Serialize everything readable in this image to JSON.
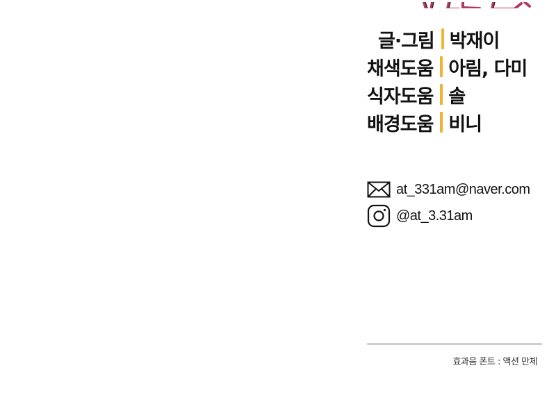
{
  "credits": [
    {
      "role": "글·그림",
      "name": "박재이"
    },
    {
      "role": "채색도움",
      "name": "아림, 다미"
    },
    {
      "role": "식자도움",
      "name": "솔"
    },
    {
      "role": "배경도움",
      "name": "비니"
    }
  ],
  "contact": {
    "email": "at_331am@naver.com",
    "email_icon": "envelope-icon",
    "instagram": "@at_3.31am",
    "instagram_icon": "instagram-icon"
  },
  "footer": {
    "sfx_font_note": "효과음 폰트 : 액션 만체"
  },
  "colors": {
    "separator": "#f2b233",
    "text": "#111111",
    "logo_accent": "#b33a5e"
  }
}
